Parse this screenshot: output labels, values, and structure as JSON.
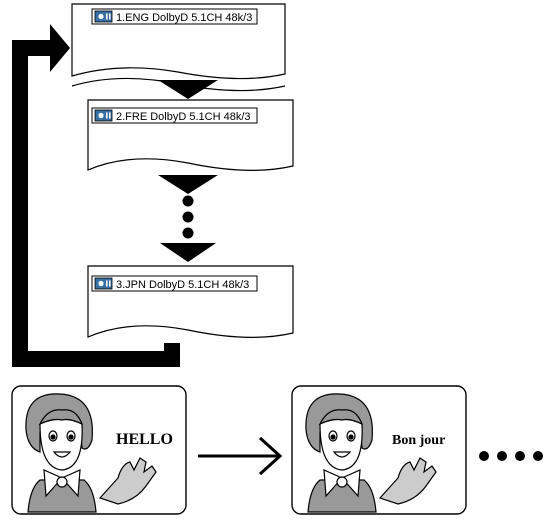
{
  "audio_screens": [
    {
      "label": "1.ENG DolbyD 5.1CH 48k/3",
      "icon": "audio-icon"
    },
    {
      "label": "2.FRE DolbyD 5.1CH 48k/3",
      "icon": "audio-icon"
    },
    {
      "label": "3.JPN DolbyD 5.1CH 48k/3",
      "icon": "audio-icon"
    }
  ],
  "speech_panels": [
    {
      "text": "HELLO"
    },
    {
      "text": "Bon jour"
    }
  ],
  "colors": {
    "ink": "#000000",
    "screen_bg": "#ffffff",
    "osd_bg": "#ffffff",
    "icon_fill": "#3a6fa5"
  }
}
